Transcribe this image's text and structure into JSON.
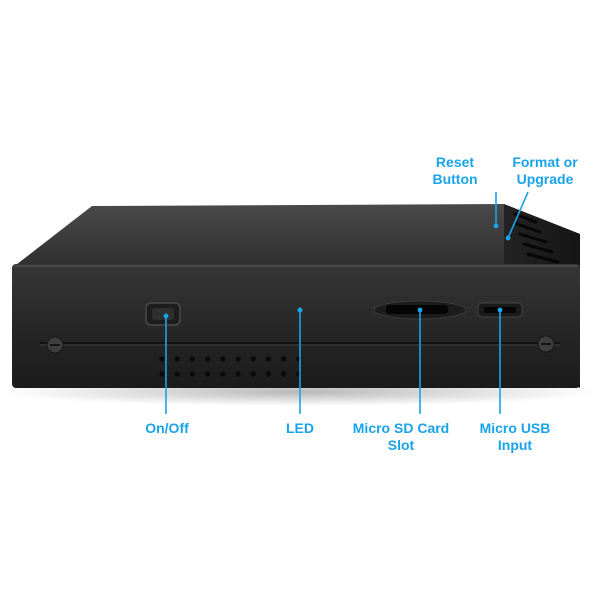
{
  "colors": {
    "callout_text": "#1aa3e8",
    "leader_line": "#1aa3e8",
    "device_body": "#2b2b2b",
    "background": "#ffffff"
  },
  "callouts": {
    "reset": {
      "line1": "Reset",
      "line2": "Button"
    },
    "format": {
      "line1": "Format or",
      "line2": "Upgrade"
    },
    "onoff": {
      "line1": "On/Off"
    },
    "led": {
      "line1": "LED"
    },
    "sd": {
      "line1": "Micro SD Card",
      "line2": "Slot"
    },
    "usb": {
      "line1": "Micro USB",
      "line2": "Input"
    }
  }
}
